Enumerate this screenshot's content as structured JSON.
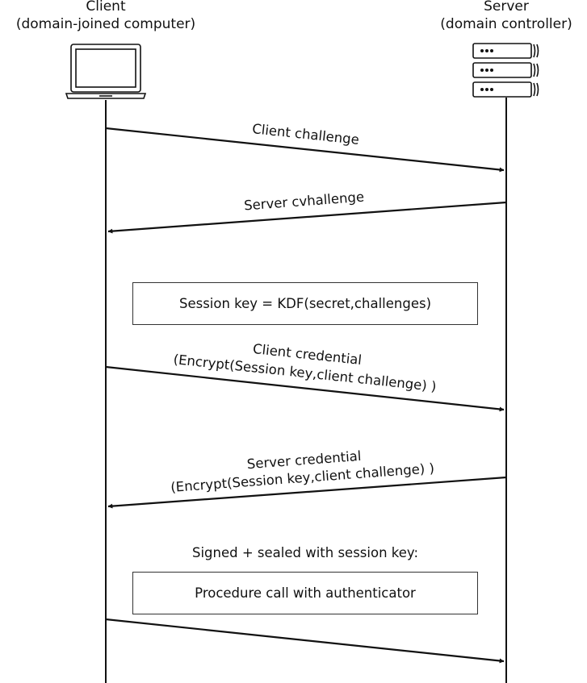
{
  "participants": {
    "client": {
      "name": "Client",
      "subtitle": "(domain-joined computer)"
    },
    "server": {
      "name": "Server",
      "subtitle": "(domain controller)"
    }
  },
  "messages": {
    "client_challenge": "Client challenge",
    "server_challenge": "Server cvhallenge",
    "client_credential": {
      "line1": "Client credential",
      "line2": "(Encrypt(Session key,client challenge) )"
    },
    "server_credential": {
      "line1": "Server credential",
      "line2": "(Encrypt(Session key,client challenge) )"
    }
  },
  "notes": {
    "session_key": "Session key = KDF(secret,challenges)",
    "signed_sealed": "Signed + sealed with session key:",
    "procedure_call": "Procedure call with authenticator"
  },
  "icons": {
    "client": "laptop-icon",
    "server": "server-rack-icon"
  },
  "colors": {
    "line": "#111111",
    "box_border": "#333333"
  }
}
